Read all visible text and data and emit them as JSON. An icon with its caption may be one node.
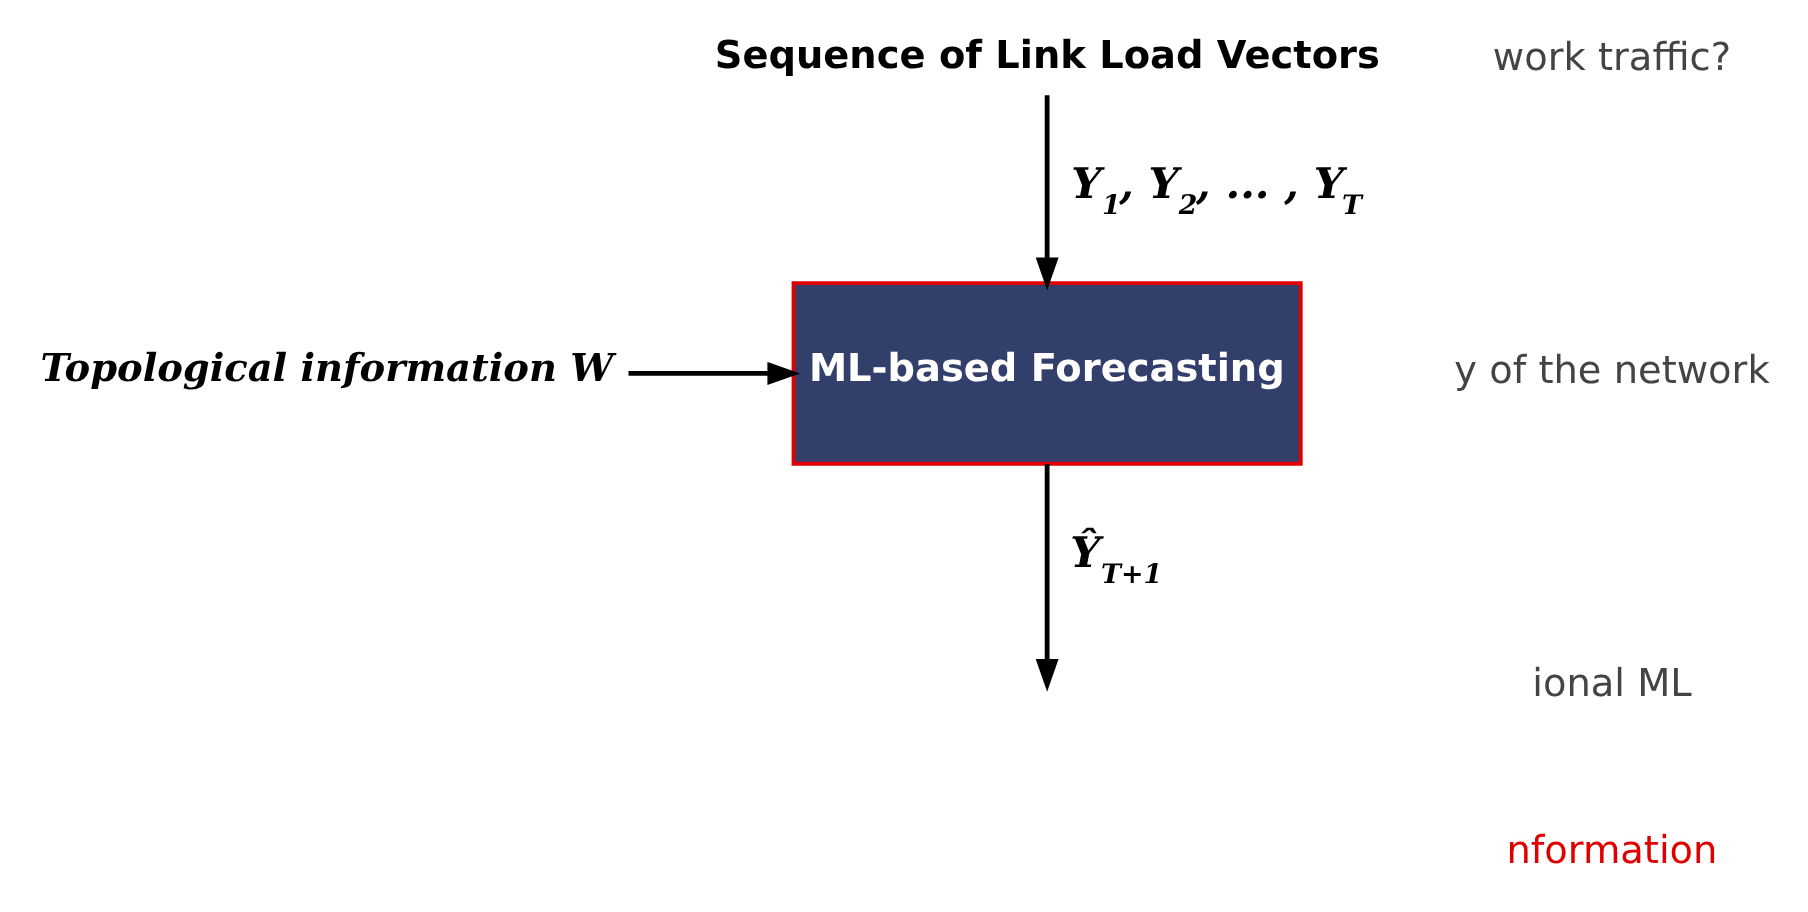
{
  "diagram": {
    "nodes": [
      {
        "text": [
          "Sequence of Link Load Vectors"
        ]
      },
      {
        "text": [
          "ML-based Forecasting"
        ]
      },
      {
        "text": [
          "Topological information W"
        ]
      }
    ],
    "edges": [
      {
        "from": 0,
        "to": 1,
        "arrow": "to",
        "label": "Y$_{1}$, Y$_{2}$, ... , Y$_{T}$"
      },
      {
        "from": 2,
        "to": 1,
        "arrow": "to"
      },
      {
        "from": 1,
        "to": null,
        "arrow": "to",
        "label": "Ŷ$_{T+1}$"
      }
    ],
    "labels": [
      "work traffic?",
      "y of the network",
      "ional ML",
      "nformation"
    ]
  }
}
